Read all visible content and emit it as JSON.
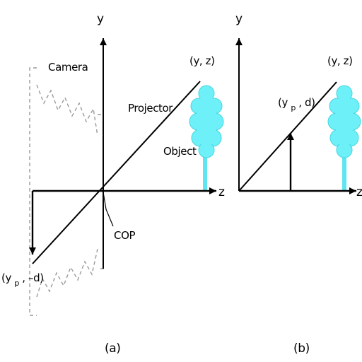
{
  "colors": {
    "background": "#ffffff",
    "ink": "#000000",
    "camera_dash": "#9a9a9a",
    "tree_fill": "#6ef0f8",
    "tree_edge": "#46d6e0",
    "trunk": "#5ee6f0"
  },
  "panel_a": {
    "y_axis_label": "y",
    "z_axis_label": "z",
    "camera_label": "Camera",
    "projector_label": "Projector",
    "object_label": "Object",
    "cop_label": "COP",
    "object_point_label": "(y, z)",
    "image_point_open": "(y",
    "image_point_sub": "p",
    "image_point_close": ", –d)",
    "caption": "(a)"
  },
  "panel_b": {
    "y_axis_label": "y",
    "z_axis_label": "z",
    "object_point_label": "(y, z)",
    "image_point_open": "(y",
    "image_point_sub": "p",
    "image_point_close": ", d)",
    "caption": "(b)"
  }
}
